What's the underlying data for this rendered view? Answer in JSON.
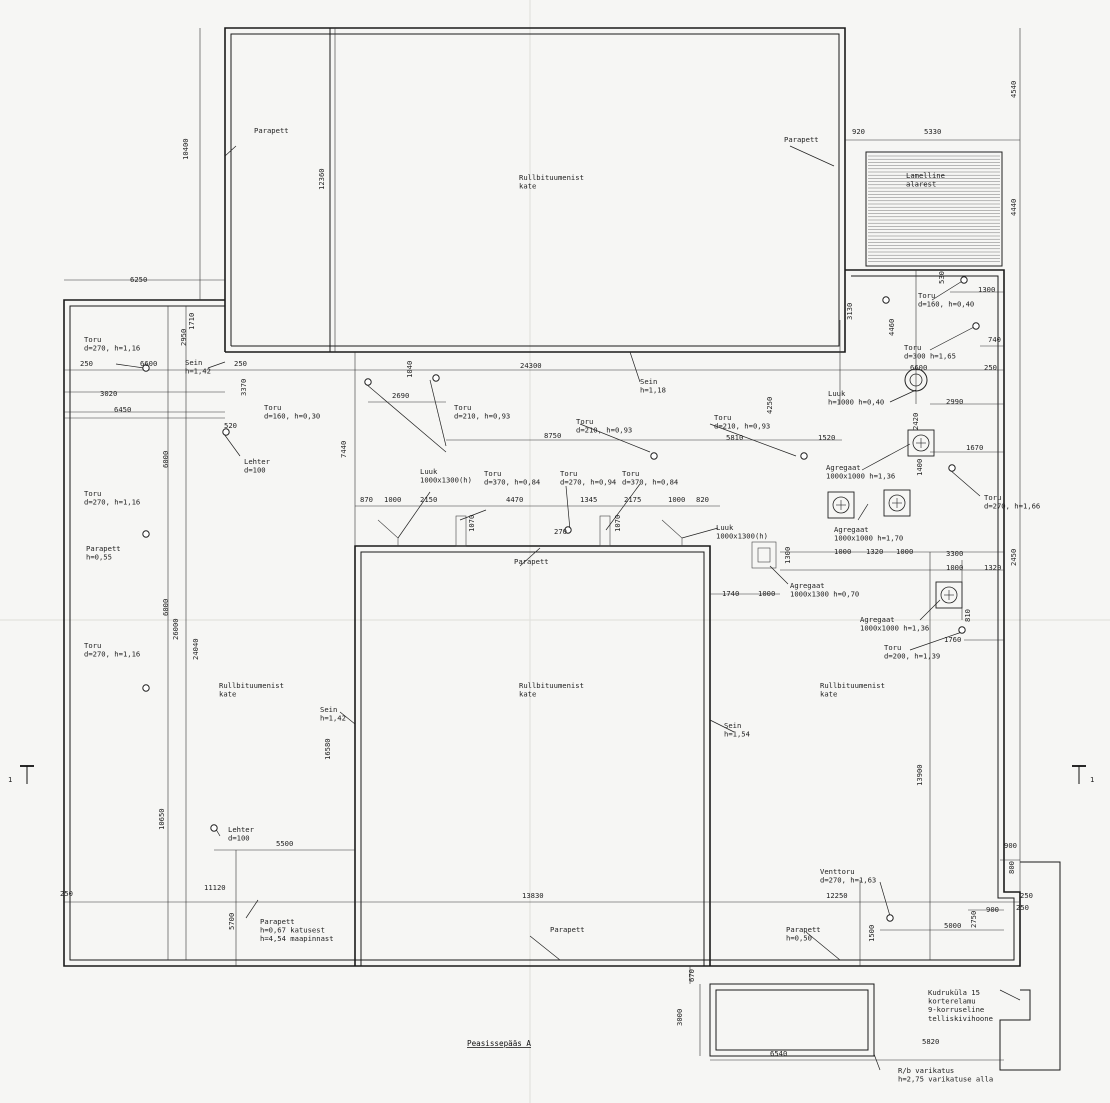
{
  "roofs": {
    "top": "Rullbituumenist\nkate",
    "left": "Rullbituumenist\nkate",
    "center": "Rullbituumenist\nkate",
    "right": "Rullbituumenist\nkate"
  },
  "lamelliid": "Lamelline\nalarest",
  "neighbor": "Kudruküla 15\nkorterelamu\n9-korruseline\ntelliskivihoone",
  "canopy": "R/b varikatus\nh=2,75 varikatuse alla",
  "entrance": "Peasissepääs A",
  "section_mark": "1",
  "annotations": [
    {
      "t": "Parapett"
    },
    {
      "t": "Parapett"
    },
    {
      "t": "Toru\nd=270, h=1,16"
    },
    {
      "t": "Toru\nd=270, h=1,16"
    },
    {
      "t": "Toru\nd=270, h=1,16"
    },
    {
      "t": "Parapett\nh=0,55"
    },
    {
      "t": "Sein\nh=1,42"
    },
    {
      "t": "Toru\nd=160, h=0,30"
    },
    {
      "t": "Lehter\nd=100"
    },
    {
      "t": "Toru\nd=210, h=0,93"
    },
    {
      "t": "Toru\nd=210, h=0,93"
    },
    {
      "t": "Toru\nd=210, h=0,93"
    },
    {
      "t": "Sein\nh=1,18"
    },
    {
      "t": "Luuk\n1000x1300(h)"
    },
    {
      "t": "Toru\nd=370, h=0,84"
    },
    {
      "t": "Toru\nd=270, h=0,94"
    },
    {
      "t": "Toru\nd=370, h=0,84"
    },
    {
      "t": "Luuk\n1000x1300(h)"
    },
    {
      "t": "Parapett"
    },
    {
      "t": "Agregaat\n1000x1300 h=0,70"
    },
    {
      "t": "Toru\nd=160, h=0,40"
    },
    {
      "t": "Toru\nd=300 h=1,65"
    },
    {
      "t": "Luuk\nh=1000 h=0,40"
    },
    {
      "t": "Agregaat\n1000x1000 h=1,36"
    },
    {
      "t": "Agregaat\n1000x1000 h=1,70"
    },
    {
      "t": "Toru\nd=270, h=1,66"
    },
    {
      "t": "Agregaat\n1000x1000 h=1,36"
    },
    {
      "t": "Toru\nd=200, h=1,39"
    },
    {
      "t": "Sein\nh=1,54"
    },
    {
      "t": "Sein\nh=1,42"
    },
    {
      "t": "Lehter\nd=100"
    },
    {
      "t": "Venttoru\nd=270, h=1,63"
    },
    {
      "t": "Parapett\nh=0,67 katusest\nh=4,54 maapinnast"
    },
    {
      "t": "Parapett"
    },
    {
      "t": "Parapett\nh=0,50"
    }
  ],
  "dims": [
    "10400",
    "12360",
    "6250",
    "1710",
    "250",
    "2950",
    "6600",
    "250",
    "24300",
    "3020",
    "6450",
    "3370",
    "1040",
    "520",
    "2690",
    "8750",
    "6000",
    "6000",
    "26000",
    "24040",
    "7440",
    "870",
    "1000",
    "2150",
    "4470",
    "1345",
    "2175",
    "1000",
    "820",
    "1070",
    "1070",
    "270",
    "16580",
    "10650",
    "5500",
    "11120",
    "5700",
    "13830",
    "250",
    "12250",
    "5000",
    "1500",
    "2750",
    "900",
    "900",
    "800",
    "250",
    "13900",
    "2450",
    "3300",
    "1320",
    "1000",
    "1000",
    "1000",
    "1320",
    "1740",
    "1000",
    "1300",
    "1760",
    "810",
    "1670",
    "1400",
    "2990",
    "250",
    "6600",
    "2420",
    "1520",
    "5810",
    "4250",
    "4460",
    "3130",
    "740",
    "1300",
    "530",
    "920",
    "5330",
    "4540",
    "4440",
    "3000",
    "670",
    "6540",
    "5820",
    "250"
  ]
}
